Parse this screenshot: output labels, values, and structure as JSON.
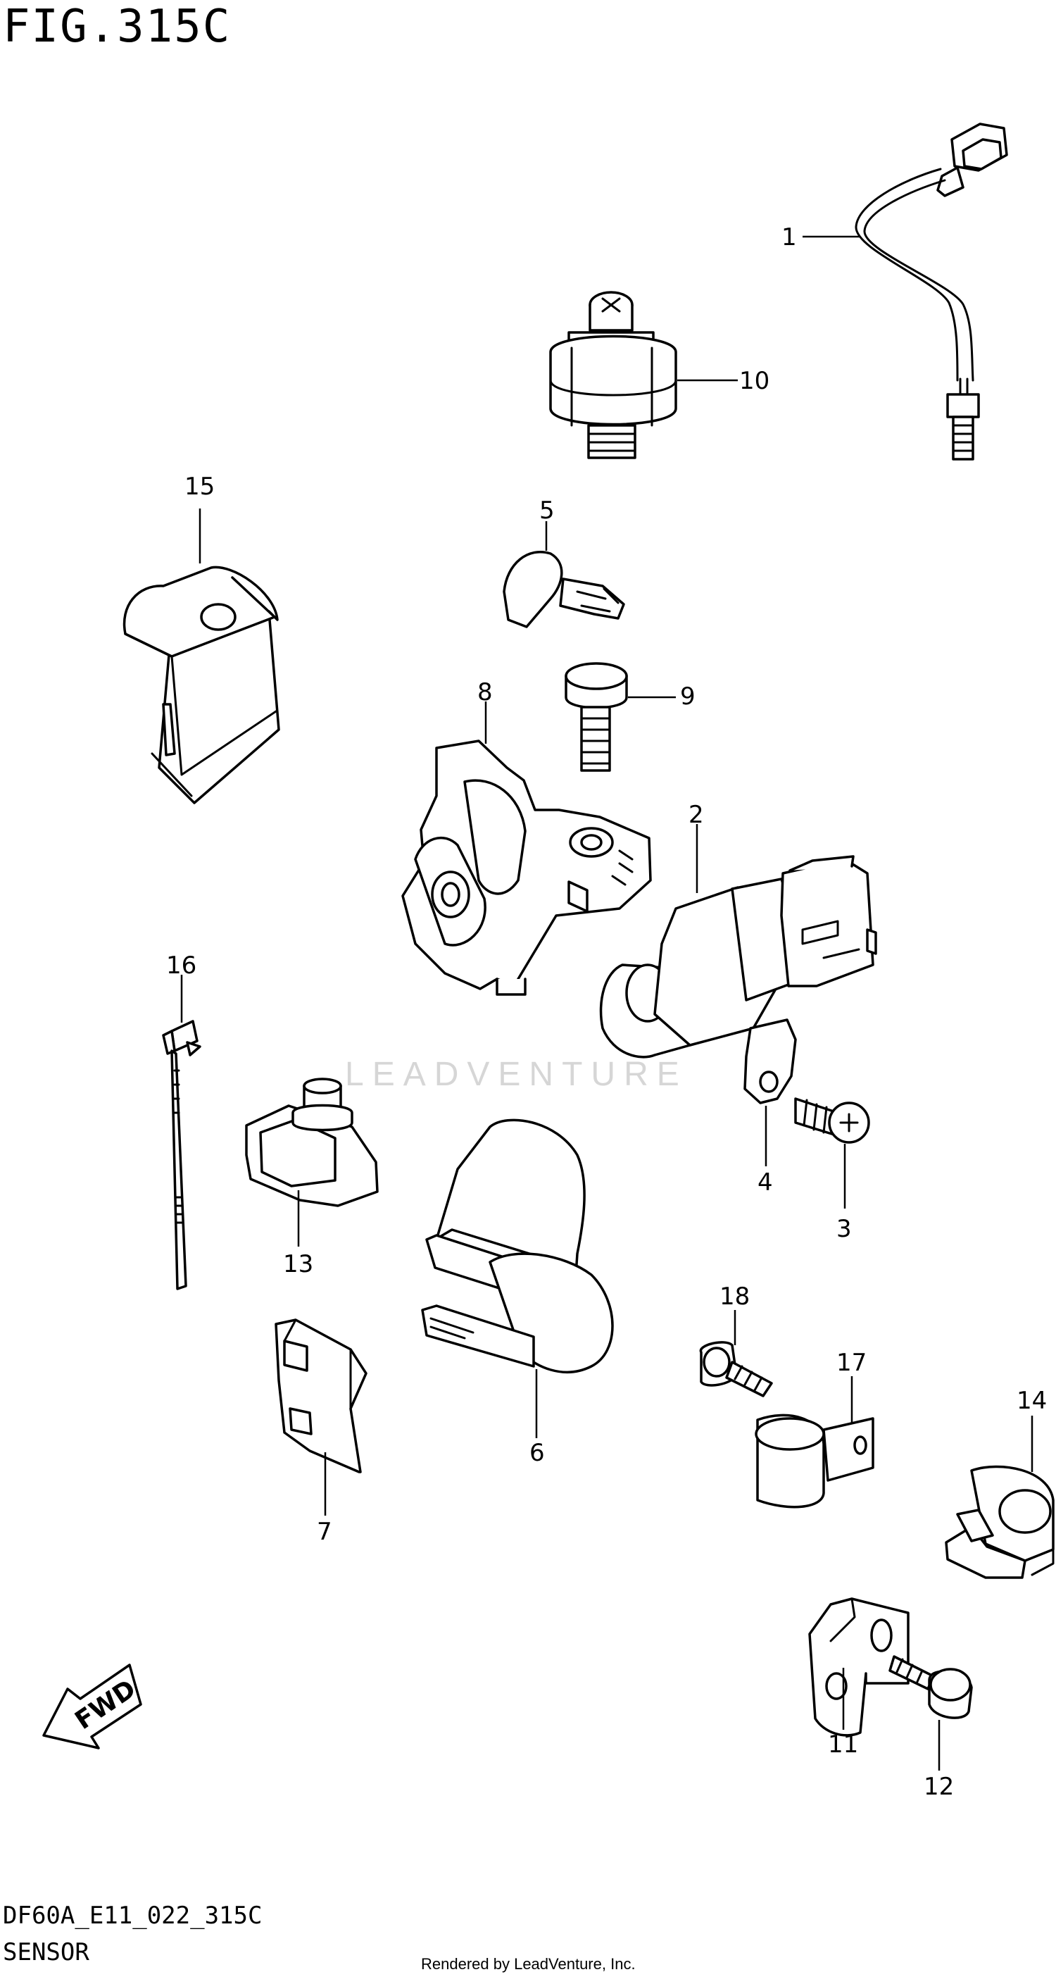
{
  "figure": {
    "title": "FIG.315C",
    "code": "DF60A_E11_022_315C",
    "section": "SENSOR"
  },
  "credit": "Rendered by LeadVenture, Inc.",
  "watermark": "LEADVENTURE",
  "direction_label": "FWD",
  "callouts": [
    "1",
    "2",
    "3",
    "4",
    "5",
    "6",
    "7",
    "8",
    "9",
    "10",
    "11",
    "12",
    "13",
    "14",
    "15",
    "16",
    "17",
    "18"
  ],
  "parts": [
    {
      "ref": "1",
      "icon": "wire-sensor-icon"
    },
    {
      "ref": "2",
      "icon": "crank-position-sensor-icon"
    },
    {
      "ref": "3",
      "icon": "screw-icon"
    },
    {
      "ref": "4",
      "icon": "plate-icon"
    },
    {
      "ref": "5",
      "icon": "cap-icon"
    },
    {
      "ref": "6",
      "icon": "band-clamp-icon"
    },
    {
      "ref": "7",
      "icon": "cover-icon"
    },
    {
      "ref": "8",
      "icon": "sensor-bracket-icon"
    },
    {
      "ref": "9",
      "icon": "bolt-icon"
    },
    {
      "ref": "10",
      "icon": "oil-pressure-switch-icon"
    },
    {
      "ref": "11",
      "icon": "bracket-icon"
    },
    {
      "ref": "12",
      "icon": "bolt-icon"
    },
    {
      "ref": "13",
      "icon": "clamp-icon"
    },
    {
      "ref": "14",
      "icon": "clamp-icon"
    },
    {
      "ref": "15",
      "icon": "cap-icon"
    },
    {
      "ref": "16",
      "icon": "cable-tie-icon"
    },
    {
      "ref": "17",
      "icon": "clamp-icon"
    },
    {
      "ref": "18",
      "icon": "bolt-icon"
    }
  ]
}
